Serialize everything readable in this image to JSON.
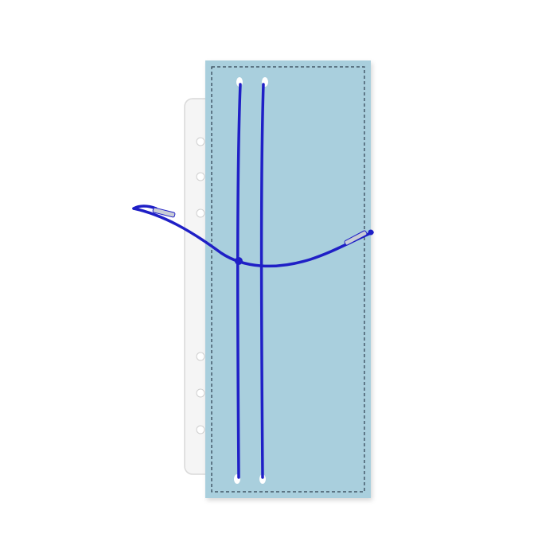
{
  "product": {
    "felt_color": "#a9cfdd",
    "stitch_color": "#2f3f4f",
    "cord_color": "#1f1fc6",
    "insert_color": "#f5f5f5",
    "insert_edge_color": "#d9d9d9",
    "icons": [
      "felt-pen-holder",
      "binder-insert-strip",
      "elastic-cord"
    ]
  }
}
